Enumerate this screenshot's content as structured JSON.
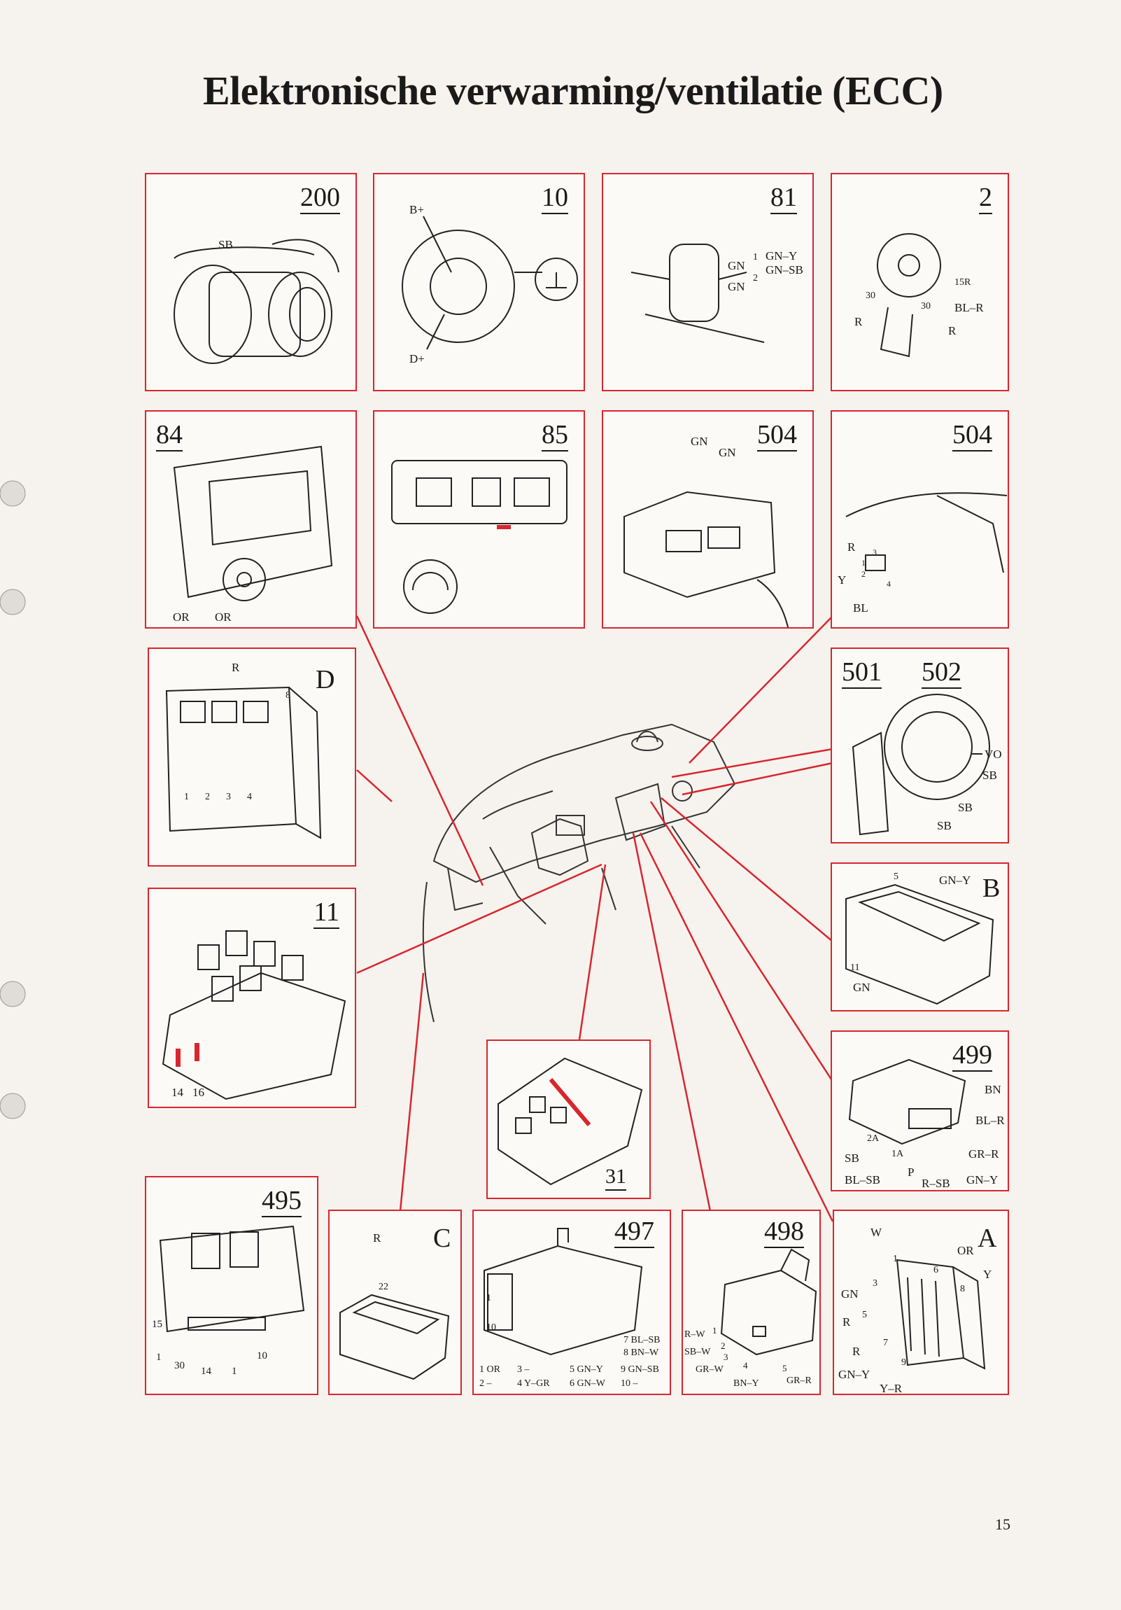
{
  "page": {
    "title": "Elektronische verwarming/ventilatie (ECC)",
    "page_number": "15"
  },
  "panels": {
    "p200": {
      "number": "200",
      "labels": [
        "SB"
      ]
    },
    "p10": {
      "number": "10",
      "labels": [
        "B+",
        "D+"
      ]
    },
    "p81": {
      "number": "81",
      "labels": [
        "GN–Y",
        "GN–SB",
        "GN",
        "GN",
        "1",
        "2"
      ]
    },
    "p2": {
      "number": "2",
      "labels": [
        "15R",
        "30",
        "30",
        "BL–R",
        "R",
        "R"
      ]
    },
    "p84": {
      "number": "84",
      "labels": [
        "OR",
        "OR"
      ]
    },
    "p85": {
      "number": "85"
    },
    "p504a": {
      "number": "504",
      "labels": [
        "GN",
        "GN"
      ]
    },
    "p504b": {
      "number": "504",
      "labels": [
        "R",
        "Y",
        "BL",
        "1",
        "2",
        "3",
        "4"
      ]
    },
    "pD": {
      "letter": "D",
      "labels": [
        "R",
        "8",
        "1",
        "2",
        "3",
        "4"
      ]
    },
    "p501": {
      "number1": "501",
      "number2": "502",
      "labels": [
        "VO",
        "SB",
        "SB",
        "SB"
      ]
    },
    "p11": {
      "number": "11",
      "labels": [
        "14",
        "16"
      ]
    },
    "pB": {
      "letter": "B",
      "labels": [
        "5",
        "GN–Y",
        "11",
        "GN"
      ]
    },
    "p31": {
      "number": "31"
    },
    "p499": {
      "number": "499",
      "labels": [
        "BN",
        "BL–R",
        "2A",
        "1A",
        "SB",
        "GR–R",
        "BL–SB",
        "P",
        "R–SB",
        "GN–Y"
      ]
    },
    "p495": {
      "number": "495",
      "labels": [
        "15",
        "1",
        "30",
        "14",
        "1",
        "10"
      ]
    },
    "pC": {
      "letter": "C",
      "labels": [
        "R",
        "22"
      ]
    },
    "p497": {
      "number": "497",
      "labels": [
        "1",
        "10",
        "7 BL–SB",
        "8 BN–W",
        "1 OR",
        "3 –",
        "5 GN–Y",
        "9 GN–SB",
        "2 –",
        "4 Y–GR",
        "6 GN–W",
        "10 –"
      ]
    },
    "p498": {
      "number": "498",
      "labels": [
        "R–W",
        "1",
        "SB–W",
        "2",
        "3",
        "GR–W",
        "4",
        "5",
        "BN–Y",
        "GR–R"
      ]
    },
    "pA": {
      "letter": "A",
      "labels": [
        "W",
        "OR",
        "1",
        "6",
        "Y",
        "GN",
        "3",
        "8",
        "R",
        "5",
        "R",
        "7",
        "GN–Y",
        "9",
        "Y–R"
      ]
    }
  },
  "colors": {
    "frame": "#d8262e",
    "ink": "#1a1a1a",
    "highlight": "#d8262e"
  }
}
